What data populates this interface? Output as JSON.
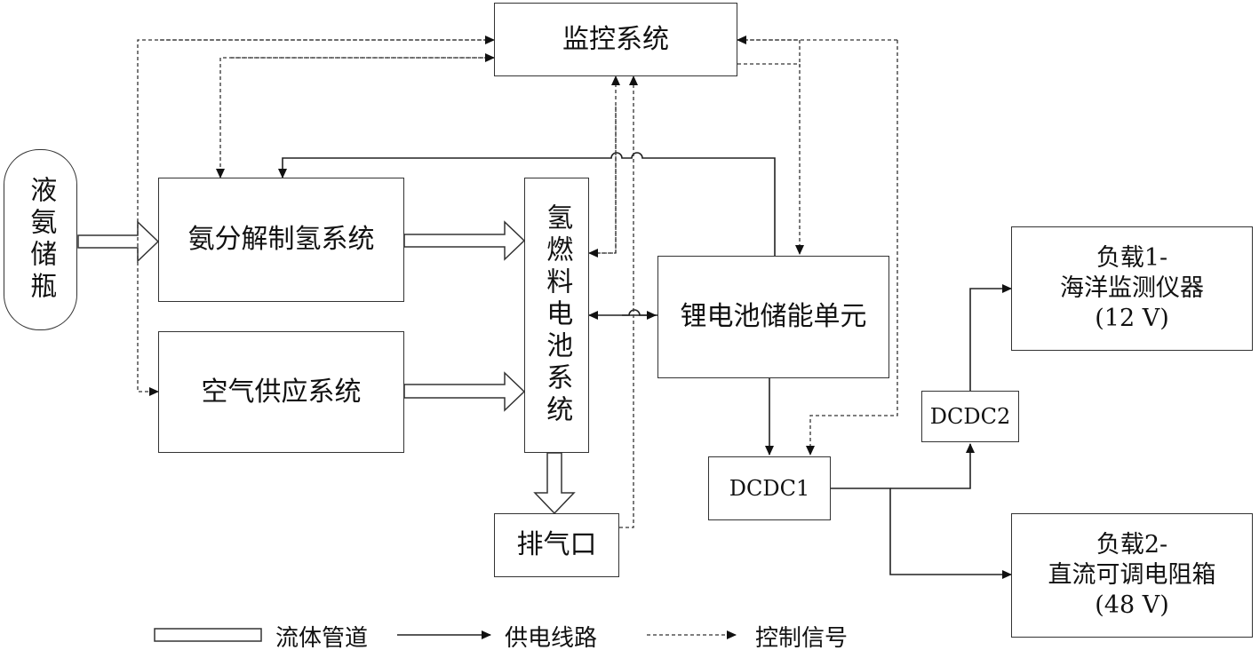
{
  "nodes": {
    "monitor": "监控系统",
    "tank": "液氨储瓶",
    "ammonia_system": "氨分解制氢系统",
    "air_system": "空气供应系统",
    "fuel_cell": "氢燃料电池系统",
    "exhaust": "排气口",
    "battery": "锂电池储能单元",
    "dcdc1": "DCDC1",
    "dcdc2": "DCDC2",
    "load1": {
      "line1": "负载1-",
      "line2": "海洋监测仪器",
      "line3": "(12 V)"
    },
    "load2": {
      "line1": "负载2-",
      "line2": "直流可调电阻箱",
      "line3": "(48 V)"
    }
  },
  "legend": {
    "fluid": "流体管道",
    "power": "供电线路",
    "control": "控制信号"
  },
  "colors": {
    "line": "#222222",
    "box_border": "#333333"
  }
}
